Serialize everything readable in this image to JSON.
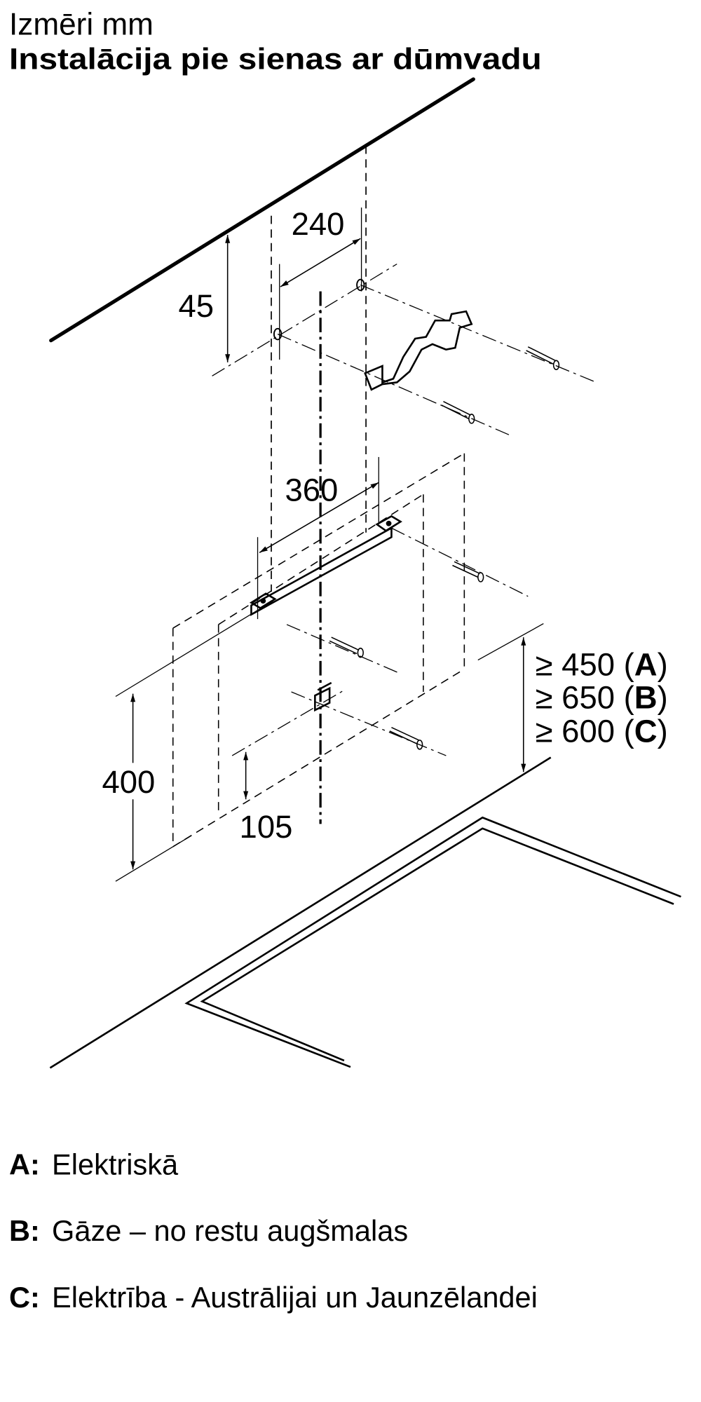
{
  "header": {
    "subtitle": "Izmēri mm",
    "title": "Instalācija pie sienas ar dūmvadu"
  },
  "dimensions": {
    "d240": "240",
    "d45": "45",
    "d360": "360",
    "d400": "400",
    "d105": "105",
    "clearance": [
      {
        "value": "≥ 450 (",
        "key": "A",
        "close": ")"
      },
      {
        "value": "≥ 650 (",
        "key": "B",
        "close": ")"
      },
      {
        "value": "≥ 600 (",
        "key": "C",
        "close": ")"
      }
    ]
  },
  "legend": [
    {
      "key": "A:",
      "text": "Elektriskā"
    },
    {
      "key": "B:",
      "text": "Gāze – no restu augšmalas"
    },
    {
      "key": "C:",
      "text": "Elektrība - Austrālijai un Jaunzēlandei"
    }
  ]
}
